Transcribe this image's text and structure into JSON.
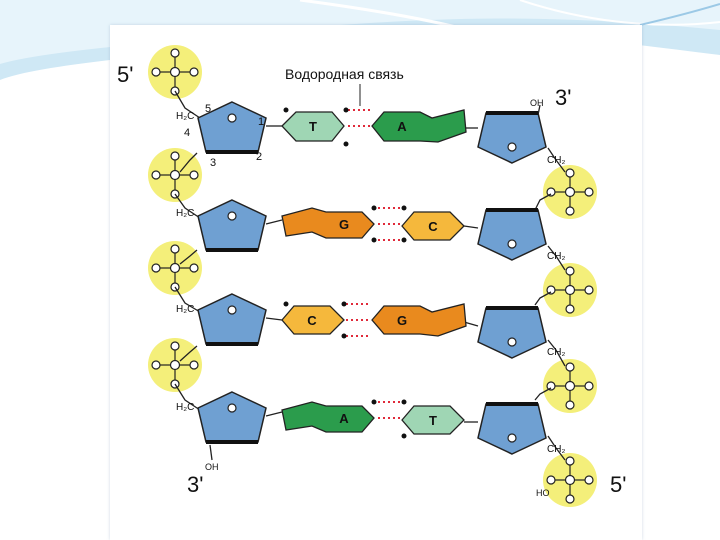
{
  "labels": {
    "hbond": "Водородная связь",
    "five_prime_top": "5'",
    "three_prime_top": "3'",
    "three_prime_bottom": "3'",
    "five_prime_bottom": "5'",
    "num1": "1",
    "num2": "2",
    "num3": "3",
    "num4": "4",
    "num5": "5",
    "oh_top": "OH",
    "oh_bottom": "OH",
    "ho_bottom": "HO"
  },
  "bases": [
    {
      "left": "T",
      "right": "A"
    },
    {
      "left": "G",
      "right": "C"
    },
    {
      "left": "C",
      "right": "G"
    },
    {
      "left": "A",
      "right": "T"
    }
  ],
  "colors": {
    "phosphate": "#f4ef7a",
    "sugar": "#6fa0d2",
    "thymine": "#9fd6b4",
    "adenine": "#2b9c4c",
    "guanine": "#e98a1e",
    "cytosine": "#f5b83c",
    "hbond": "#e02a3a",
    "sky": "#d5ecf7"
  }
}
